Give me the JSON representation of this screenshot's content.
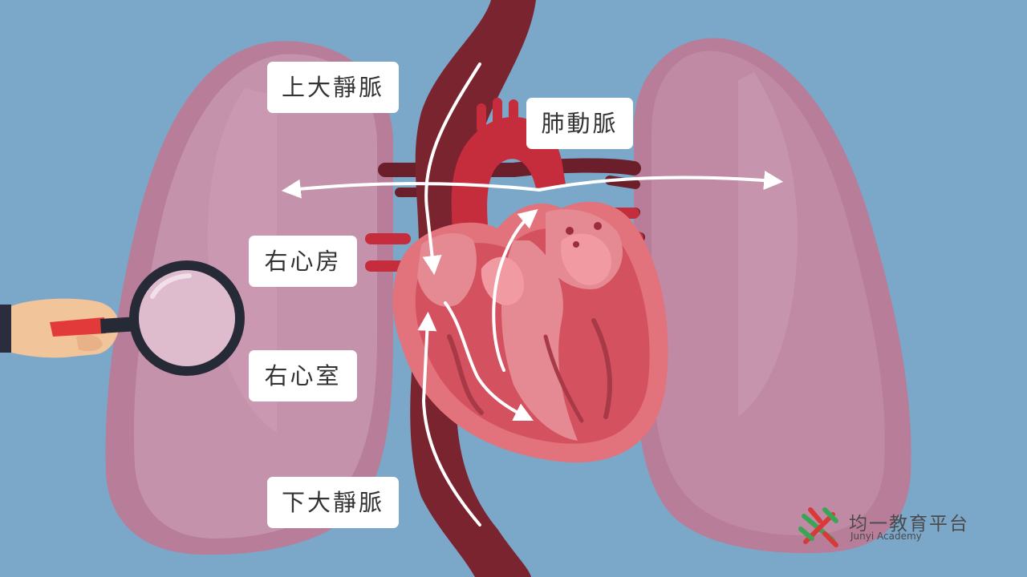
{
  "labels": {
    "superior_vena_cava": "上大靜脈",
    "pulmonary_artery": "肺動脈",
    "right_atrium": "右心房",
    "right_ventricle": "右心室",
    "inferior_vena_cava": "下大靜脈"
  },
  "logo": {
    "name": "均一教育平台",
    "subtitle": "Junyi Academy"
  },
  "colors": {
    "background": "#7ba7c9",
    "lung": "#c28ea6",
    "vein": "#7a2430",
    "aorta": "#c62d3c",
    "heart": "#e2737c",
    "arrow": "#ffffff"
  },
  "icons": [
    "magnifying-glass-icon",
    "hand-icon",
    "junyi-logo-icon"
  ]
}
